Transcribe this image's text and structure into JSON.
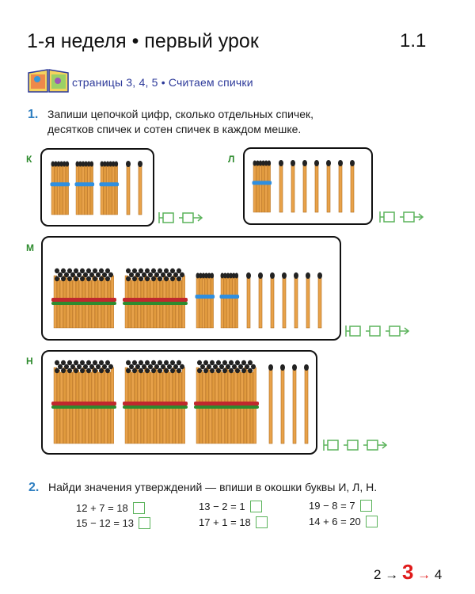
{
  "header": {
    "title": "1-я неделя • первый урок",
    "lesson_number": "1.1"
  },
  "reference": {
    "icon": "open-book-icon",
    "text": "страницы 3, 4, 5 • Считаем спички"
  },
  "task1": {
    "number": "1.",
    "line1": "Запиши цепочкой цифр, сколько отдельных спичек,",
    "line2": "десятков спичек и сотен спичек в каждом мешке.",
    "rows": [
      {
        "label": "К",
        "hundreds": 0,
        "tens": 3,
        "ones": 2
      },
      {
        "label": "Л",
        "hundreds": 0,
        "tens": 1,
        "ones": 7
      },
      {
        "label": "М",
        "hundreds": 2,
        "tens": 2,
        "ones": 7
      },
      {
        "label": "Н",
        "hundreds": 3,
        "tens": 0,
        "ones": 4
      }
    ]
  },
  "task2": {
    "number": "2.",
    "text": "Найди значения утверждений — впиши в окошки буквы И, Л, Н.",
    "columns": [
      [
        "12 + 7 = 18",
        "15 − 12 = 13"
      ],
      [
        "13 − 2 = 1",
        "17 + 1 = 18"
      ],
      [
        "19 − 8 = 7",
        "14 + 6 = 20"
      ]
    ]
  },
  "pagination": {
    "prev": "2",
    "current": "3",
    "next": "4",
    "arrow": "→"
  },
  "colors": {
    "accent_blue": "#2f7fc1",
    "label_green": "#2e8b2e",
    "match": "#e8a24a",
    "match_head": "#222222",
    "band_blue": "#2f8fe0",
    "band_red": "#c0282d",
    "band_green": "#2e8b2e",
    "box_green": "#5bb35b",
    "page_red": "#e01b1b"
  }
}
